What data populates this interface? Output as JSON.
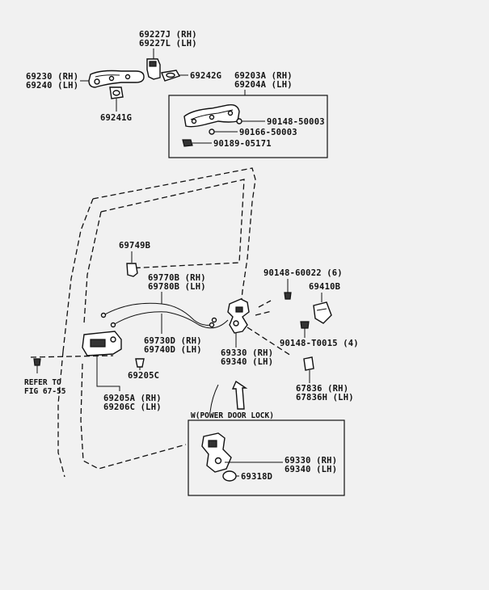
{
  "labels": {
    "outer_handle_cover": [
      "69227J (RH)",
      "69227L (LH)"
    ],
    "outer_handle": [
      "69230 (RH)",
      "69240 (LH)"
    ],
    "pad_rear": "69242G",
    "pad_front": "69241G",
    "frame_assy": [
      "69203A (RH)",
      "69204A (LH)"
    ],
    "screw_1": "90148-50003",
    "screw_2": "90166-50003",
    "clip": "90189-05171",
    "bracket_part": "69749B",
    "cable_1": [
      "69770B (RH)",
      "69780B (LH)"
    ],
    "screw_3": "90148-60022 (6)",
    "striker_cover": "69410B",
    "cable_2": [
      "69730D (RH)",
      "69740D (LH)"
    ],
    "lock_assy": [
      "69330 (RH)",
      "69340 (LH)"
    ],
    "screw_4": "90148-T0015 (4)",
    "clip_2": "69205C",
    "refer": [
      "REFER TO",
      "FIG 67-55"
    ],
    "inner_handle": [
      "69205A (RH)",
      "69206C (LH)"
    ],
    "rod_part": [
      "67836 (RH)",
      "67836H (LH)"
    ],
    "power_lock_title": "W(POWER DOOR LOCK)",
    "power_lock_assy": [
      "69330 (RH)",
      "69340 (LH)"
    ],
    "power_lock_part": "69318D"
  }
}
